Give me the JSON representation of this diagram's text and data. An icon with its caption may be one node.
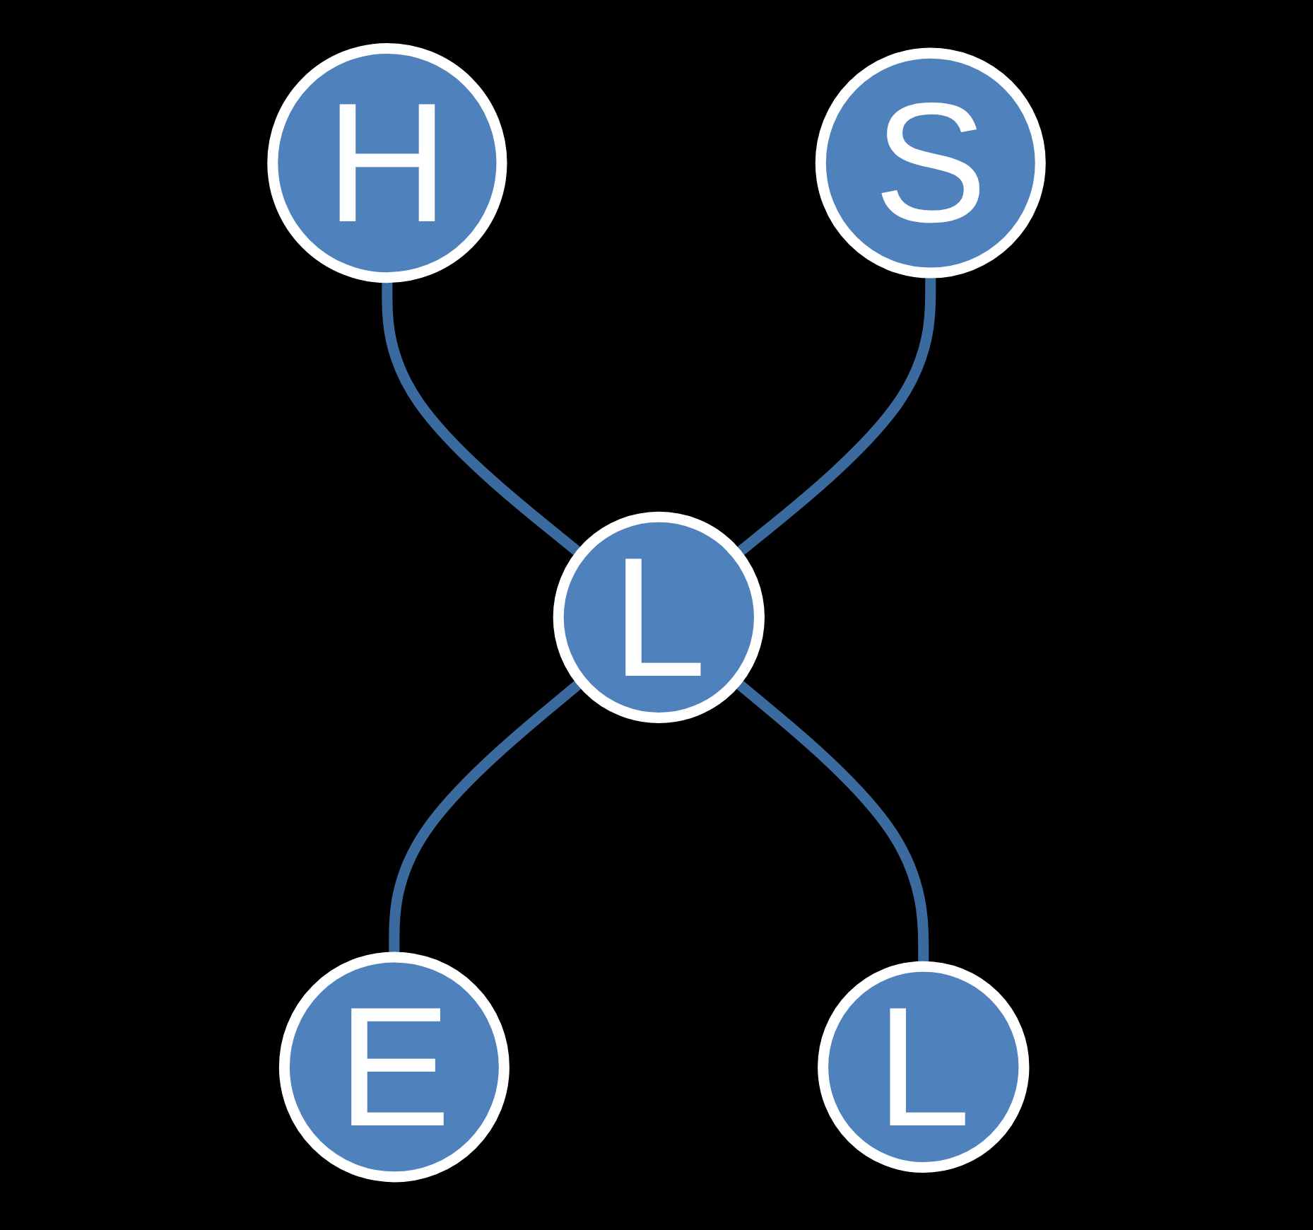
{
  "diagram": {
    "nodes": [
      {
        "text": [
          "H"
        ]
      },
      {
        "text": [
          "S"
        ]
      },
      {
        "text": [
          "L"
        ]
      },
      {
        "text": [
          "E"
        ]
      },
      {
        "text": [
          "L"
        ]
      }
    ],
    "edges": [
      {
        "from": 0,
        "to": 2,
        "arrow": "none"
      },
      {
        "from": 1,
        "to": 2,
        "arrow": "none"
      },
      {
        "from": 2,
        "to": 3,
        "arrow": "none"
      },
      {
        "from": 2,
        "to": 4,
        "arrow": "none"
      }
    ]
  }
}
